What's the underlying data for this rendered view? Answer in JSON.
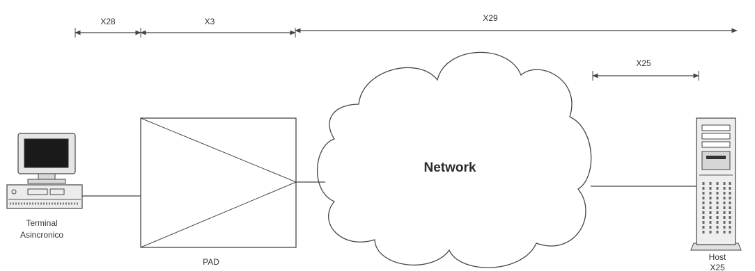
{
  "protocols": {
    "x28": "X28",
    "x3": "X3",
    "x29": "X29",
    "x25": "X25"
  },
  "network_label": "Network",
  "pad_label": "PAD",
  "terminal": {
    "line1": "Terminal",
    "line2": "Asincronico"
  },
  "host": {
    "line1": "Host",
    "line2": "X25"
  },
  "colors": {
    "line": "#444444",
    "text": "#333333",
    "screen": "#1a1a1a",
    "device_fill": "#e6e6e6"
  }
}
